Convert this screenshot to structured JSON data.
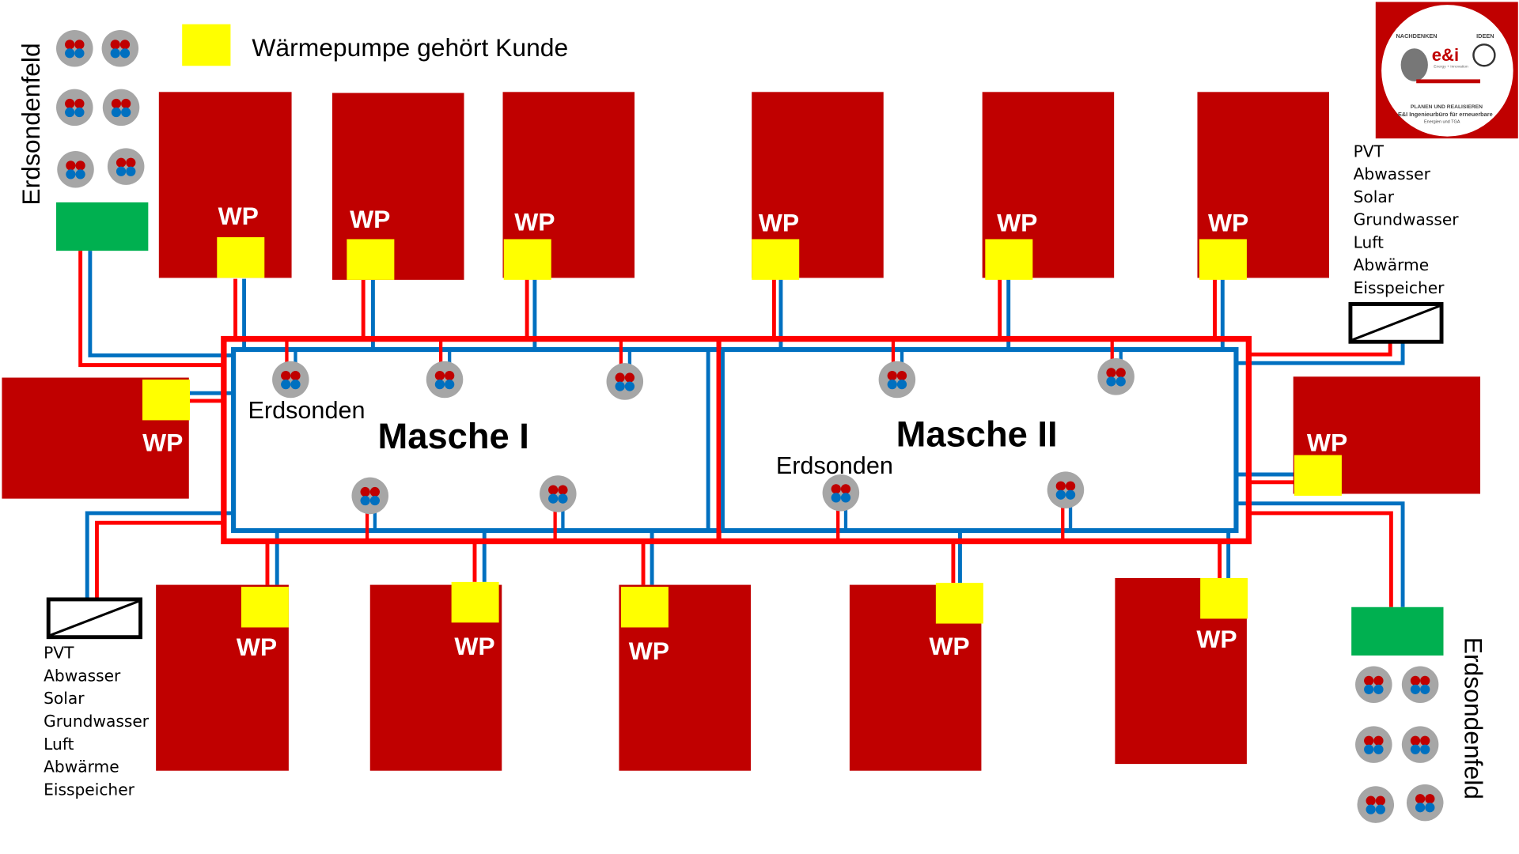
{
  "legend": {
    "label": "Wärmepumpe gehört Kunde",
    "color": "#ffff00"
  },
  "wp_label": "WP",
  "mesh": {
    "left_title": "Masche I",
    "right_title": "Masche II",
    "probe_label": "Erdsonden"
  },
  "fields": {
    "left_label": "Erdsondenfeld",
    "right_label": "Erdsondenfeld"
  },
  "sources": [
    "PVT",
    "Abwasser",
    "Solar",
    "Grundwasser",
    "Luft",
    "Abwärme",
    "Eisspeicher"
  ],
  "logo": {
    "top_left": "NACHDENKEN",
    "top_right": "IDEEN",
    "brand": "e&i",
    "tagline": "Energy + Innovation",
    "line1": "PLANEN UND REALISIEREN",
    "line2": "E&I Ingenieurbüro für erneuerbare",
    "line3": "Energien und TGA"
  },
  "colors": {
    "building": "#c00000",
    "warm_pipe": "#ff0000",
    "cold_pipe": "#0070c0",
    "probe": "#a6a6a6",
    "field_box": "#00b050",
    "heat_pump": "#ffff00"
  }
}
